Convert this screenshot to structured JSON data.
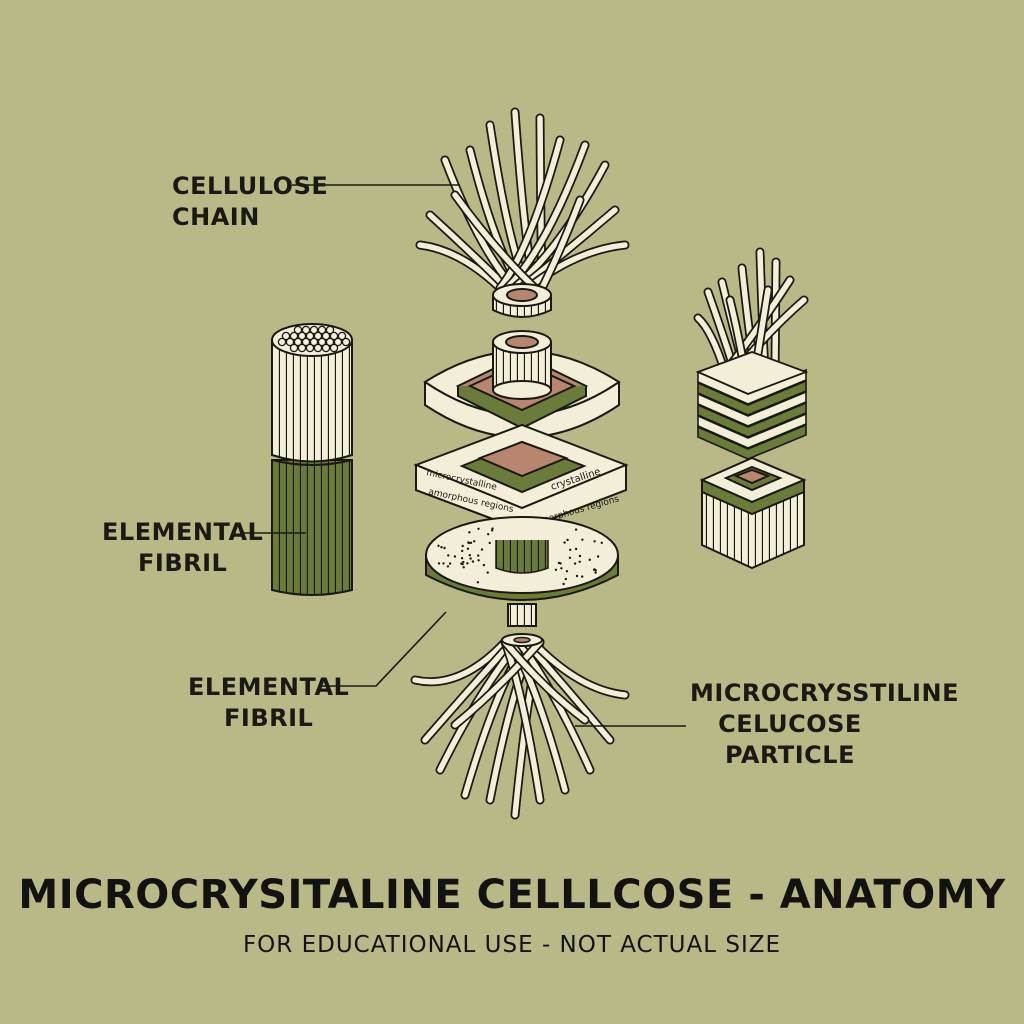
{
  "labels": {
    "cellulose_chain": "CELLULOSE\nCHAIN",
    "elemental_fibril_left": "ELEMENTAL\nFIBRIL",
    "elemental_fibril_center": "ELEMENTAL\nFIBRIL",
    "microcrystalline_particle": "MICROCRYSSTILINE\nCELUCOSE\nPARTICLE"
  },
  "plate_text": {
    "top_left": "microcrystalline",
    "top_right": "crystalline",
    "bottom_left": "amorphous regions",
    "bottom_right": "amorphous regions"
  },
  "footer": {
    "title": "MICROCRYSITALINE CELLLCOSE - ANATOMY",
    "subtitle": "FOR EDUCATIONAL USE - NOT ACTUAL SIZE"
  },
  "colors": {
    "background": "#b9b987",
    "cream": "#f3eed8",
    "olive": "#6b7b3a",
    "dark_olive": "#4e5c25",
    "terracotta": "#b88670",
    "ink": "#1a1a14"
  }
}
